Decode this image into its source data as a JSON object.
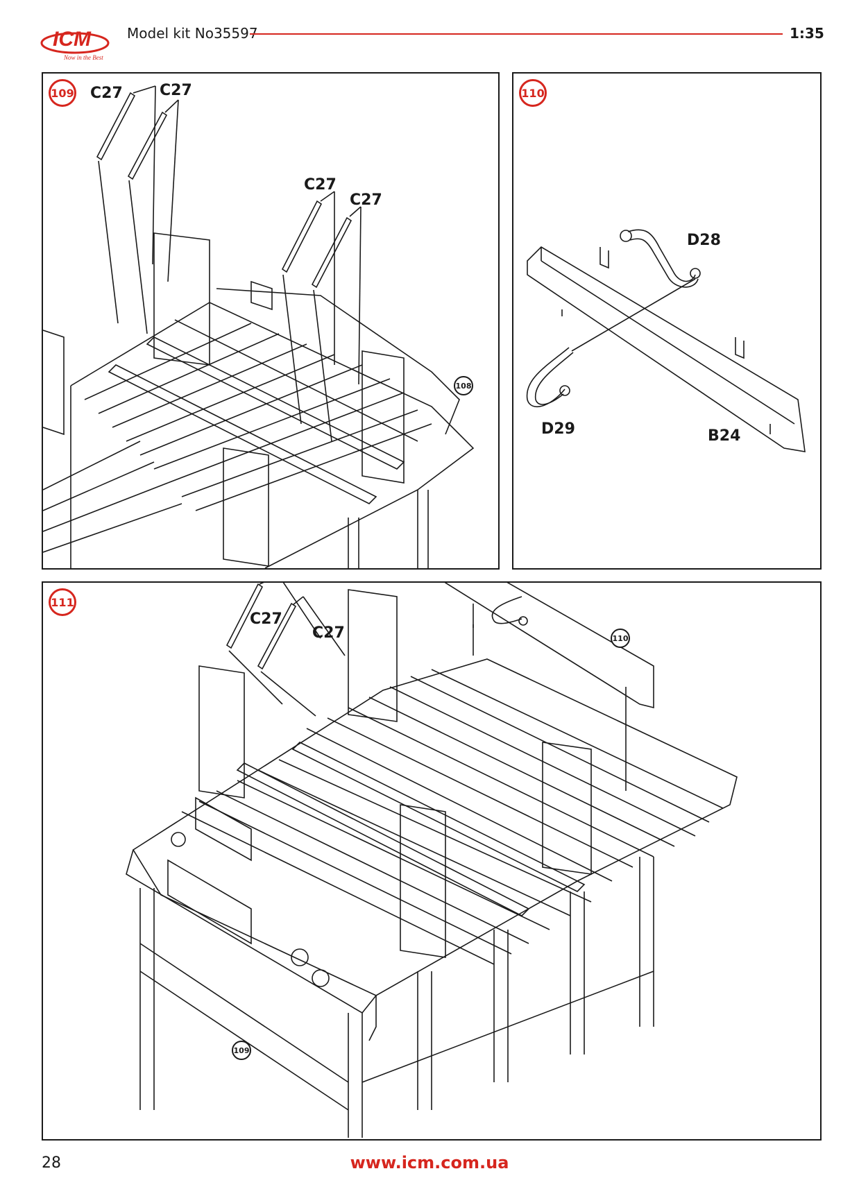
{
  "header": {
    "brand": "ICM",
    "brand_tagline": "Now in the Best",
    "kit_title": "Model kit No35597",
    "scale": "1:35"
  },
  "colors": {
    "accent": "#d6261e",
    "line": "#1a1a1a"
  },
  "steps": [
    {
      "number": "109",
      "labels": [
        "C27",
        "C27",
        "C27",
        "C27"
      ],
      "ref": "108"
    },
    {
      "number": "110",
      "labels": [
        "D28",
        "D29",
        "B24"
      ]
    },
    {
      "number": "111",
      "labels": [
        "C27",
        "C27"
      ],
      "refs": [
        "110",
        "109"
      ]
    }
  ],
  "footer": {
    "page_number": "28",
    "url": "www.icm.com.ua"
  }
}
